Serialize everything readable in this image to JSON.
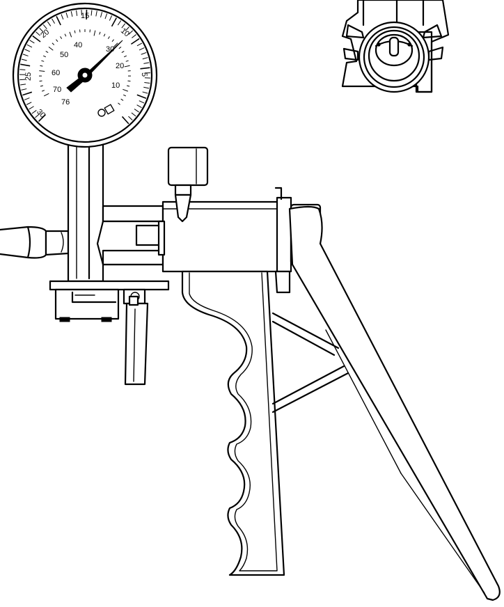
{
  "gauge": {
    "outer_scale": [
      "15",
      "20",
      "25",
      "30",
      "10",
      "5"
    ],
    "inner_scale": [
      "40",
      "50",
      "60",
      "70",
      "76",
      "30",
      "20",
      "10"
    ],
    "needle_reading": "10"
  },
  "colors": {
    "line": "#000000",
    "background": "#ffffff"
  }
}
